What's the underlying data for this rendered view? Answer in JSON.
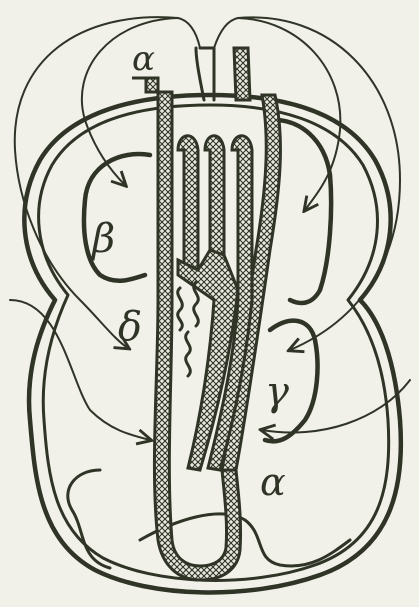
{
  "diagram": {
    "labels": {
      "alpha_top": "α",
      "beta": "β",
      "delta": "δ",
      "gamma": "γ",
      "alpha_bottom": "α"
    },
    "colors": {
      "ink": "#2f3427",
      "paper": "#f1f1ea"
    }
  }
}
